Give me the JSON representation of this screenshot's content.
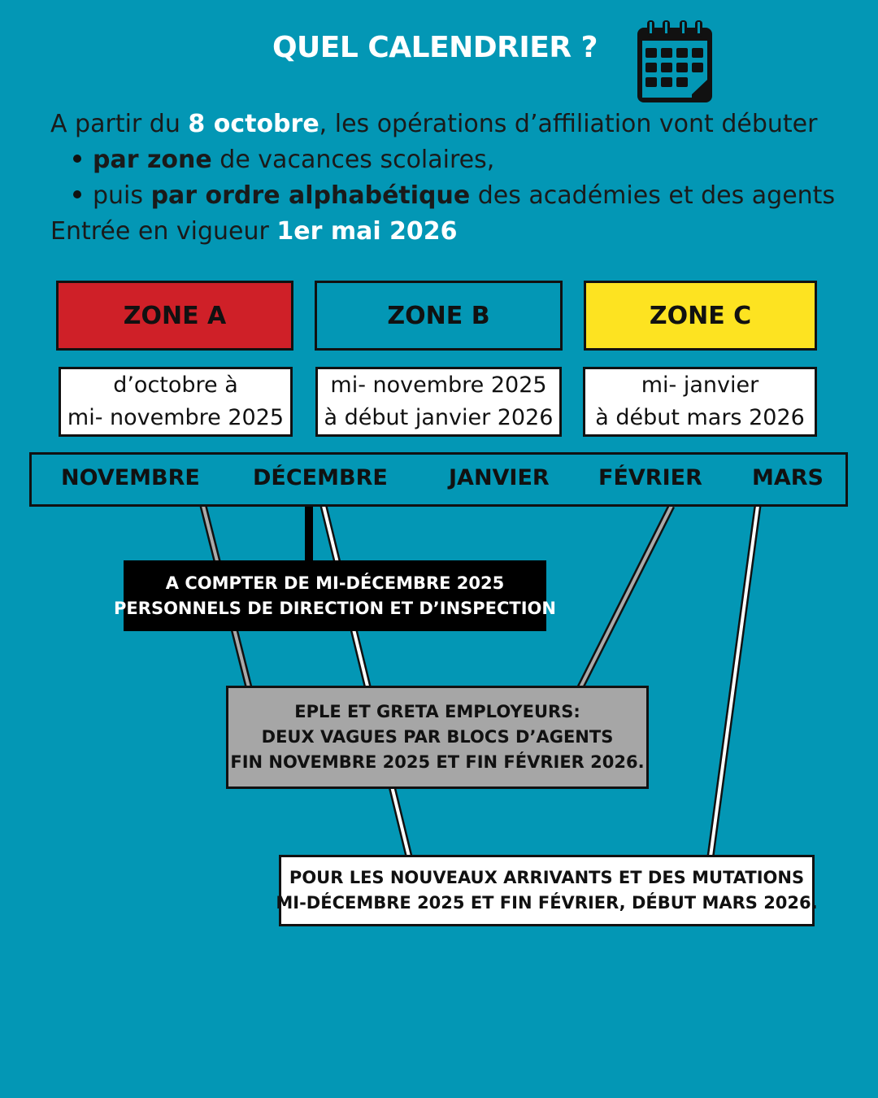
{
  "title": "QUEL CALENDRIER ?",
  "intro": {
    "line1_prefix": "A partir du ",
    "line1_bold": "8 octobre",
    "line1_suffix": ", les opérations d’affiliation vont débuter",
    "bullet1_bold": "par zone",
    "bullet1_rest": " de vacances scolaires,",
    "bullet2_prefix": "puis ",
    "bullet2_bold": "par ordre alphabétique",
    "bullet2_rest": " des académies et des agents",
    "line4_prefix": "Entrée en vigueur ",
    "line4_bold": "1er mai 2026"
  },
  "zones": [
    {
      "name": "ZONE A",
      "color": "#cf2028",
      "date_line1": "d’octobre à",
      "date_line2": "mi- novembre 2025"
    },
    {
      "name": "ZONE B",
      "color": "#0397b5",
      "date_line1": "mi- novembre 2025",
      "date_line2": "à début janvier 2026"
    },
    {
      "name": "ZONE C",
      "color": "#fde321",
      "date_line1": "mi- janvier",
      "date_line2": "à début mars 2026"
    }
  ],
  "months": [
    "NOVEMBRE",
    "DÉCEMBRE",
    "JANVIER",
    "FÉVRIER",
    "MARS"
  ],
  "boxes": {
    "direction": {
      "line1": "A COMPTER DE MI-DÉCEMBRE 2025",
      "line2": "PERSONNELS DE DIRECTION ET D’INSPECTION"
    },
    "eple": {
      "line1": "EPLE ET GRETA EMPLOYEURS:",
      "line2": "DEUX VAGUES PAR BLOCS D’AGENTS",
      "line3": "FIN NOVEMBRE 2025 ET FIN FÉVRIER 2026."
    },
    "new_arrivals": {
      "line1": "POUR LES NOUVEAUX ARRIVANTS ET DES MUTATIONS",
      "line2": "MI-DÉCEMBRE 2025 ET FIN FÉVRIER, DÉBUT MARS 2026."
    }
  },
  "colors": {
    "background": "#0397b5",
    "zone_a": "#cf2028",
    "zone_c": "#fde321",
    "grey_box": "#a6a6a6"
  },
  "icons": {
    "header": "calendar-icon"
  }
}
